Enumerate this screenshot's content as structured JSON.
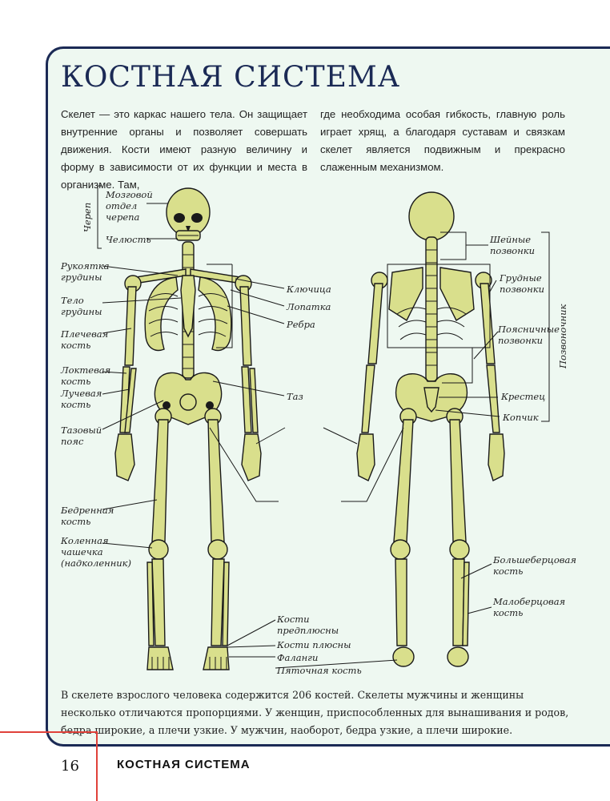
{
  "title": "КОСТНАЯ СИСТЕМА",
  "intro_left": "Скелет — это каркас нашего тела. Он защищает внутренние органы и позволяет совершать движения. Кости имеют разную величину и форму в зависимости от их функции и места в организме. Там,",
  "intro_right": "где необходима особая гибкость, главную роль играет хрящ, а благодаря суставам и связкам скелет является подвижным и прекрасно слаженным механизмом.",
  "labels": {
    "skull": "Череп",
    "cranium": "Мозговой\nотдел\nчерепа",
    "jaw": "Челюсть",
    "manubrium": "Рукоятка\nгрудины",
    "sternum_body": "Тело\nгрудины",
    "humerus": "Плечевая\nкость",
    "ulna": "Локтевая\nкость",
    "radius": "Лучевая\nкость",
    "pelvic_girdle": "Тазовый\nпояс",
    "femur": "Бедренная\nкость",
    "patella": "Коленная\nчашечка\n(надколенник)",
    "clavicle": "Ключица",
    "scapula": "Лопатка",
    "ribs": "Ребра",
    "pelvis": "Таз",
    "metatarsals": "Кости\nпредплюсны",
    "tarsals": "Кости плюсны",
    "phalanges": "Фаланги",
    "calcaneus": "Пяточная кость",
    "cervical": "Шейные\nпозвонки",
    "thoracic": "Грудные\nпозвонки",
    "lumbar": "Поясничные\nпозвонки",
    "spine": "Позвоночник",
    "sacrum": "Крестец",
    "coccyx": "Копчик",
    "tibia": "Большеберцовая\nкость",
    "fibula": "Малоберцовая\nкость"
  },
  "bottom_text": "В скелете взрослого человека содержится 206 костей. Скелеты мужчины и женщины несколько отличаются пропорциями. У женщин, приспособленных для вынашивания и родов, бедра широкие, а плечи узкие. У мужчин, наоборот, бедра узкие, а плечи широкие.",
  "footer": {
    "page_number": "16",
    "section": "КОСТНАЯ СИСТЕМА"
  },
  "colors": {
    "bone": "#d9df8c",
    "frame": "#1b2a55",
    "accent": "#e0413a",
    "panel": "#eef8f1"
  }
}
